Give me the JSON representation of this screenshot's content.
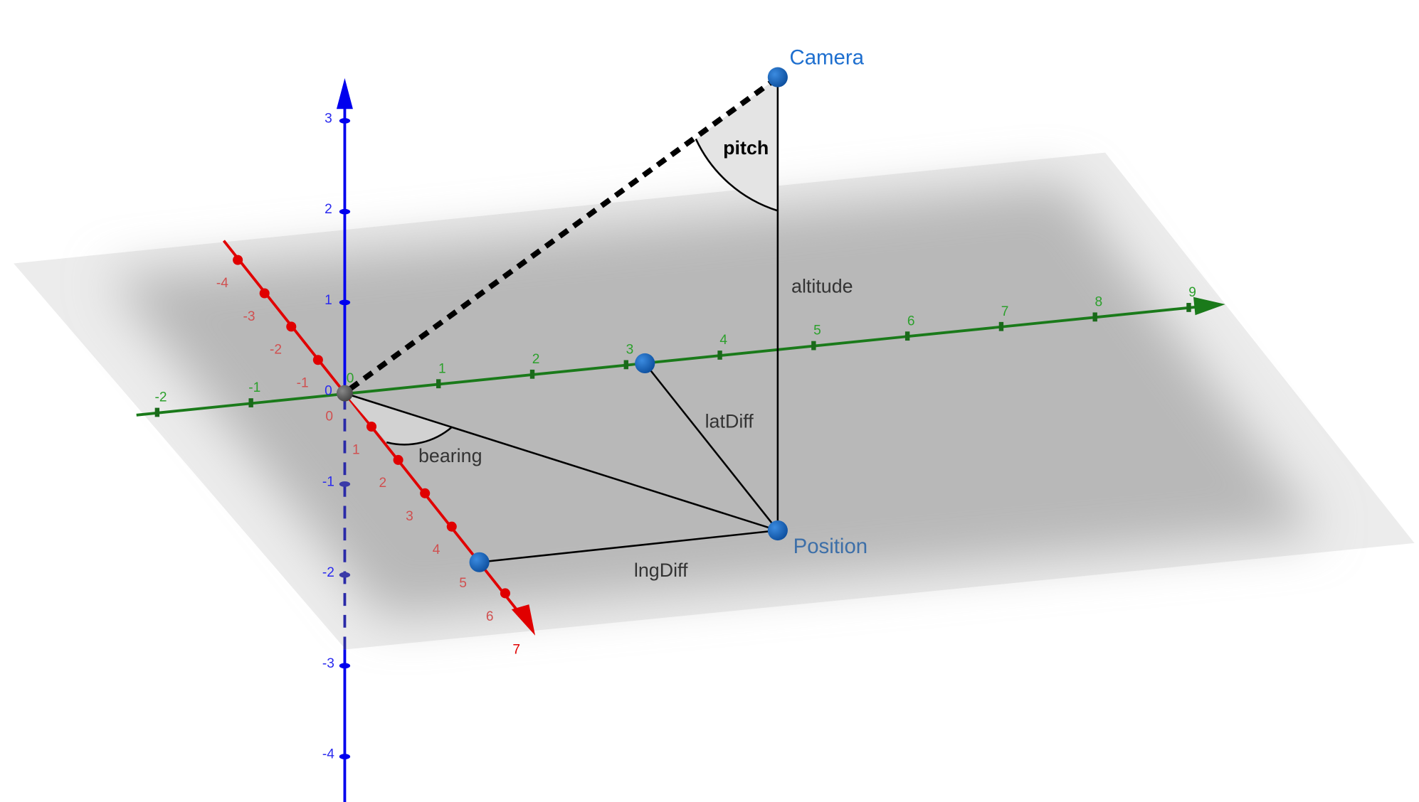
{
  "colors": {
    "x_axis": "#e00000",
    "y_axis": "#1a7a1a",
    "z_axis": "#0000ee",
    "point": "#1565c0",
    "camera_label": "#1e6fcf",
    "position_label": "#3d6fa8",
    "plane": "#b8b8b8"
  },
  "axes": {
    "x_ticks": [
      "-4",
      "-3",
      "-2",
      "-1",
      "0",
      "1",
      "2",
      "3",
      "4",
      "5",
      "6",
      "7"
    ],
    "y_ticks": [
      "-2",
      "-1",
      "0",
      "1",
      "2",
      "3",
      "4",
      "5",
      "6",
      "7",
      "8",
      "9"
    ],
    "z_ticks": [
      "3",
      "2",
      "1",
      "0",
      "-1",
      "-2",
      "-3",
      "-4"
    ]
  },
  "points": {
    "camera": "Camera",
    "position": "Position"
  },
  "labels": {
    "pitch": "pitch",
    "altitude": "altitude",
    "lat_diff": "latDiff",
    "lng_diff": "lngDiff",
    "bearing": "bearing"
  }
}
